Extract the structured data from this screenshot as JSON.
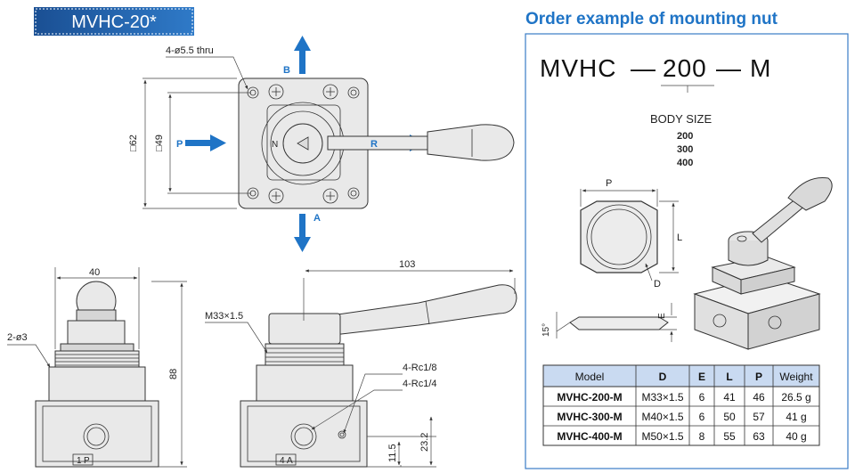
{
  "title_badge": "MVHC-20*",
  "top_view": {
    "hole_note": "4-ø5.5 thru",
    "dim_outer": "□62",
    "dim_inner": "□49",
    "port_b": "B",
    "port_p": "P",
    "port_r": "R",
    "port_a": "A",
    "dial_n": "N"
  },
  "front_view": {
    "dim_width": "40",
    "dim_height": "88",
    "note_holes": "2-ø3",
    "port_label": "1",
    "port_letter": "P"
  },
  "side_view": {
    "thread": "M33×1.5",
    "dim_lever": "103",
    "port_note_1": "4-Rc1/8",
    "port_note_2": "4-Rc1/4",
    "dim_port_h1": "11.5",
    "dim_port_h2": "23.2",
    "port_label": "4",
    "port_letter": "A"
  },
  "order": {
    "title": "Order example of mounting nut",
    "code_prefix": "MVHC",
    "code_size": "200",
    "code_suffix": "M",
    "dash": "—",
    "body_size_label": "BODY SIZE",
    "sizes": [
      "200",
      "300",
      "400"
    ],
    "nut_dim_p": "P",
    "nut_dim_l": "L",
    "nut_dim_d": "D",
    "nut_dim_e": "E",
    "nut_angle": "15°"
  },
  "table": {
    "headers": [
      "Model",
      "D",
      "E",
      "L",
      "P",
      "Weight"
    ],
    "rows": [
      [
        "MVHC-200-M",
        "M33×1.5",
        "6",
        "41",
        "46",
        "26.5 g"
      ],
      [
        "MVHC-300-M",
        "M40×1.5",
        "6",
        "50",
        "57",
        "41 g"
      ],
      [
        "MVHC-400-M",
        "M50×1.5",
        "8",
        "55",
        "63",
        "40 g"
      ]
    ]
  },
  "colors": {
    "accent_blue": "#1f74c6",
    "badge_bg": "#1f5fa8",
    "table_header_bg": "#c9daf1"
  }
}
